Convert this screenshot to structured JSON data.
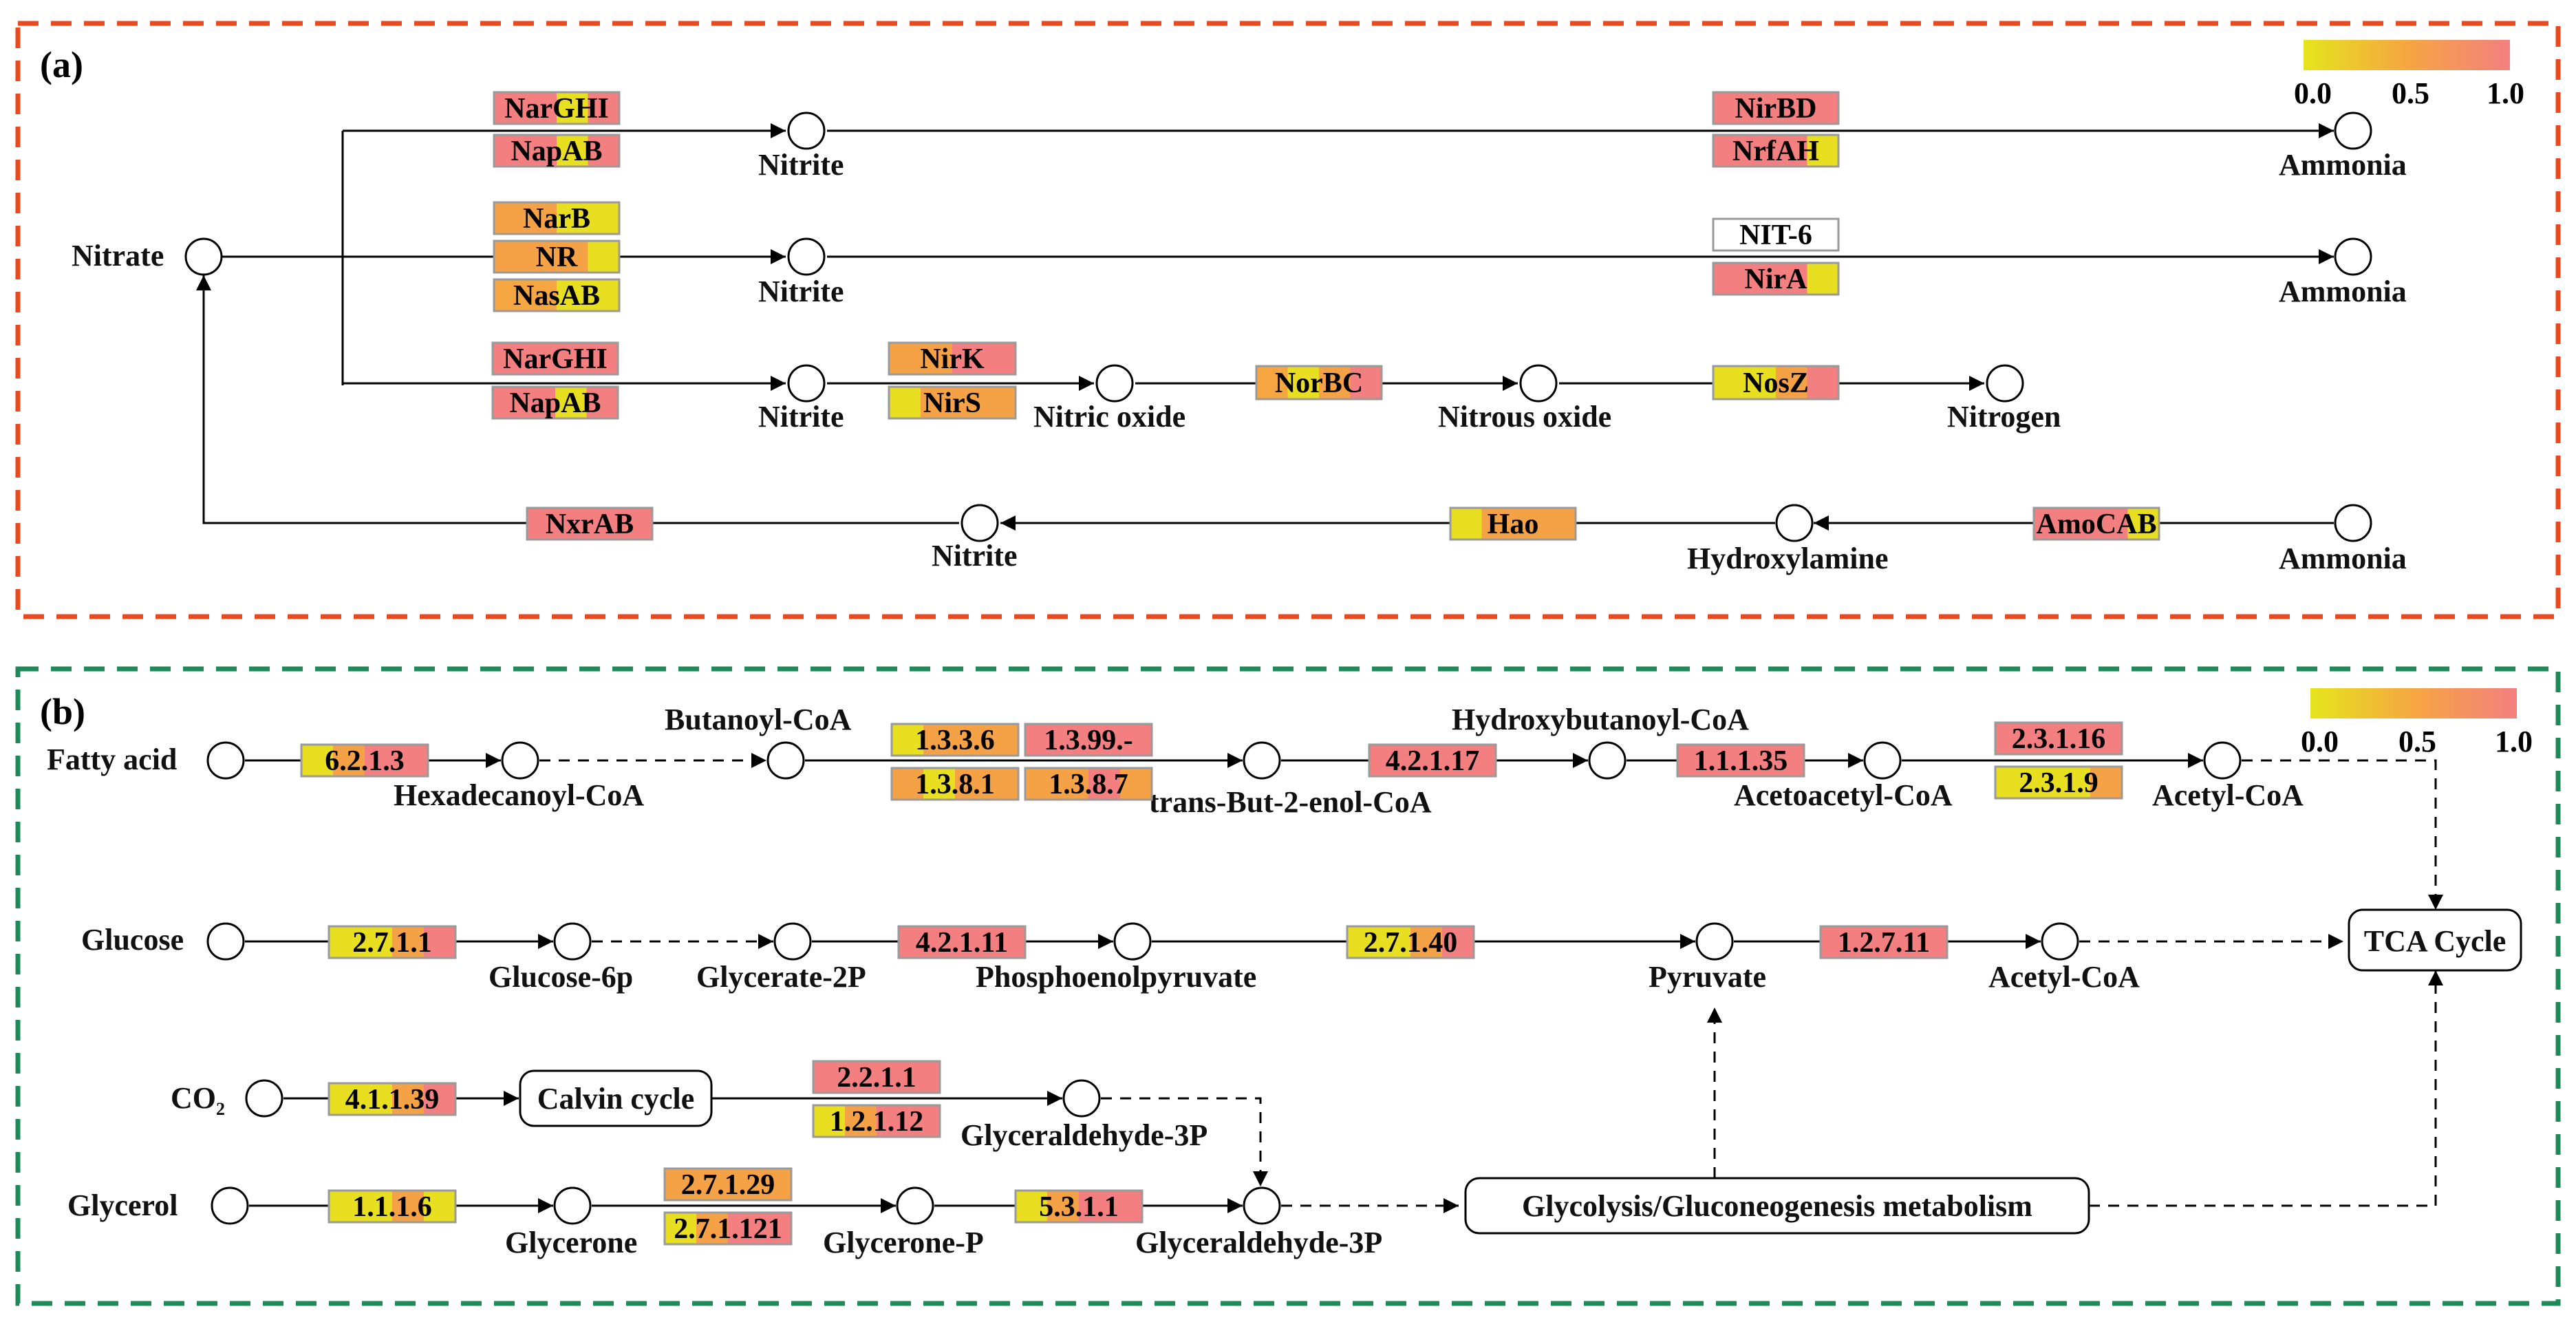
{
  "colorscale": {
    "low": "#e5e51c",
    "mid": "#f5a641",
    "high": "#f47f80"
  },
  "panels": {
    "a": {
      "tag": "(a)",
      "legend": {
        "ticks": [
          "0.0",
          "0.5",
          "1.0"
        ]
      },
      "labels": {
        "nitrate": "Nitrate",
        "nitrite_1": "Nitrite",
        "nitrite_2": "Nitrite",
        "nitrite_3": "Nitrite",
        "nitrite_4": "Nitrite",
        "ammonia_1": "Ammonia",
        "ammonia_2": "Ammonia",
        "ammonia_3": "Ammonia",
        "nitric_oxide": "Nitric oxide",
        "nitrous_oxide": "Nitrous oxide",
        "nitrogen": "Nitrogen",
        "hydroxylamine": "Hydroxylamine"
      },
      "genes": {
        "narghi_1": {
          "label": "NarGHI",
          "values": [
            1.0,
            1.0,
            0.05,
            1.0
          ]
        },
        "napab_1": {
          "label": "NapAB",
          "values": [
            1.0,
            1.0,
            0.05,
            1.0
          ]
        },
        "nirbd": {
          "label": "NirBD",
          "values": [
            1.0,
            1.0,
            1.0,
            1.0
          ]
        },
        "nrfah": {
          "label": "NrfAH",
          "values": [
            1.0,
            1.0,
            1.0,
            0.05
          ]
        },
        "narb": {
          "label": "NarB",
          "values": [
            0.55,
            0.55,
            0.05,
            0.05
          ]
        },
        "nr": {
          "label": "NR",
          "values": [
            0.55,
            0.55,
            0.55,
            0.05
          ]
        },
        "nasab": {
          "label": "NasAB",
          "values": [
            0.5,
            0.5,
            0.05,
            0.05
          ]
        },
        "nit6": {
          "label": "NIT-6",
          "values": []
        },
        "nira": {
          "label": "NirA",
          "values": [
            1.0,
            1.0,
            1.0,
            0.05
          ]
        },
        "narghi_2": {
          "label": "NarGHI",
          "values": [
            1.0,
            1.0,
            1.0,
            1.0
          ]
        },
        "napab_2": {
          "label": "NapAB",
          "values": [
            1.0,
            1.0,
            0.05,
            1.0
          ]
        },
        "nirk": {
          "label": "NirK",
          "values": [
            0.55,
            0.55,
            1.0,
            1.0
          ]
        },
        "nirs": {
          "label": "NirS",
          "values": [
            0.05,
            0.55,
            0.55,
            0.55
          ]
        },
        "norbc": {
          "label": "NorBC",
          "values": [
            0.5,
            0.05,
            0.55,
            1.0
          ]
        },
        "nosz": {
          "label": "NosZ",
          "values": [
            0.05,
            0.05,
            0.55,
            1.0
          ]
        },
        "nxrab": {
          "label": "NxrAB",
          "values": [
            1.0,
            1.0,
            1.0,
            1.0
          ]
        },
        "hao": {
          "label": "Hao",
          "values": [
            0.05,
            0.55,
            0.55,
            0.55
          ]
        },
        "amocab": {
          "label": "AmoCAB",
          "values": [
            1.0,
            1.0,
            1.0,
            0.05
          ]
        }
      }
    },
    "b": {
      "tag": "(b)",
      "legend": {
        "ticks": [
          "0.0",
          "0.5",
          "1.0"
        ]
      },
      "labels": {
        "fatty_acid": "Fatty acid",
        "hexadecanoyl_coa": "Hexadecanoyl-CoA",
        "butanoyl_coa": "Butanoyl-CoA",
        "trans_but": "trans-But-2-enol-CoA",
        "hydroxybutanoyl_coa": "Hydroxybutanoyl-CoA",
        "acetoacetyl_coa": "Acetoacetyl-CoA",
        "acetyl_coa_1": "Acetyl-CoA",
        "glucose": "Glucose",
        "glucose_6p": "Glucose-6p",
        "glycerate_2p": "Glycerate-2P",
        "pep": "Phosphoenolpyruvate",
        "pyruvate": "Pyruvate",
        "acetyl_coa_2": "Acetyl-CoA",
        "tca_cycle": "TCA Cycle",
        "co2_main": "CO",
        "co2_sub": "2",
        "calvin_cycle": "Calvin cycle",
        "g3p_1": "Glyceraldehyde-3P",
        "glycerol": "Glycerol",
        "glycerone": "Glycerone",
        "glycerone_p": "Glycerone-P",
        "g3p_2": "Glyceraldehyde-3P",
        "glycolysis": "Glycolysis/Gluconeogenesis metabolism"
      },
      "genes": {
        "e6213": {
          "label": "6.2.1.3",
          "values": [
            0.05,
            0.55,
            1.0,
            1.0
          ]
        },
        "e1336": {
          "label": "1.3.3.6",
          "values": [
            0.05,
            0.55,
            0.55,
            0.55
          ]
        },
        "e13399": {
          "label": "1.3.99.-",
          "values": [
            1.0,
            1.0,
            1.0,
            1.0
          ]
        },
        "e1381": {
          "label": "1.3.8.1",
          "values": [
            0.55,
            0.05,
            0.55,
            0.55
          ]
        },
        "e1387": {
          "label": "1.3.8.7",
          "values": [
            0.55,
            0.55,
            1.0,
            0.55
          ]
        },
        "e42117": {
          "label": "4.2.1.17",
          "values": [
            1.0,
            1.0,
            1.0,
            1.0
          ]
        },
        "e11135": {
          "label": "1.1.1.35",
          "values": [
            1.0,
            1.0,
            1.0,
            1.0
          ]
        },
        "e23116": {
          "label": "2.3.1.16",
          "values": [
            1.0,
            1.0,
            1.0,
            1.0
          ]
        },
        "e2319": {
          "label": "2.3.1.9",
          "values": [
            0.05,
            0.05,
            0.05,
            0.55
          ]
        },
        "e2711": {
          "label": "2.7.1.1",
          "values": [
            0.05,
            0.05,
            0.55,
            1.0
          ]
        },
        "e42111": {
          "label": "4.2.1.11",
          "values": [
            1.0,
            1.0,
            1.0,
            1.0
          ]
        },
        "e27140": {
          "label": "2.7.1.40",
          "values": [
            0.05,
            0.05,
            0.55,
            1.0
          ]
        },
        "e12711": {
          "label": "1.2.7.11",
          "values": [
            1.0,
            1.0,
            1.0,
            1.0
          ]
        },
        "e41139": {
          "label": "4.1.1.39",
          "values": [
            0.05,
            0.05,
            0.55,
            1.0
          ]
        },
        "e2211": {
          "label": "2.2.1.1",
          "values": [
            1.0,
            1.0,
            1.0,
            1.0
          ]
        },
        "e12112": {
          "label": "1.2.1.12",
          "values": [
            0.05,
            0.55,
            1.0,
            1.0
          ]
        },
        "e1116": {
          "label": "1.1.1.6",
          "values": [
            0.05,
            0.05,
            0.55,
            0.05
          ]
        },
        "e27129": {
          "label": "2.7.1.29",
          "values": [
            0.55,
            0.55,
            0.55,
            0.55
          ]
        },
        "e271121": {
          "label": "2.7.1.121",
          "values": [
            0.05,
            0.55,
            1.0,
            1.0
          ]
        },
        "e5311": {
          "label": "5.3.1.1",
          "values": [
            0.05,
            0.55,
            1.0,
            1.0
          ]
        }
      }
    }
  }
}
